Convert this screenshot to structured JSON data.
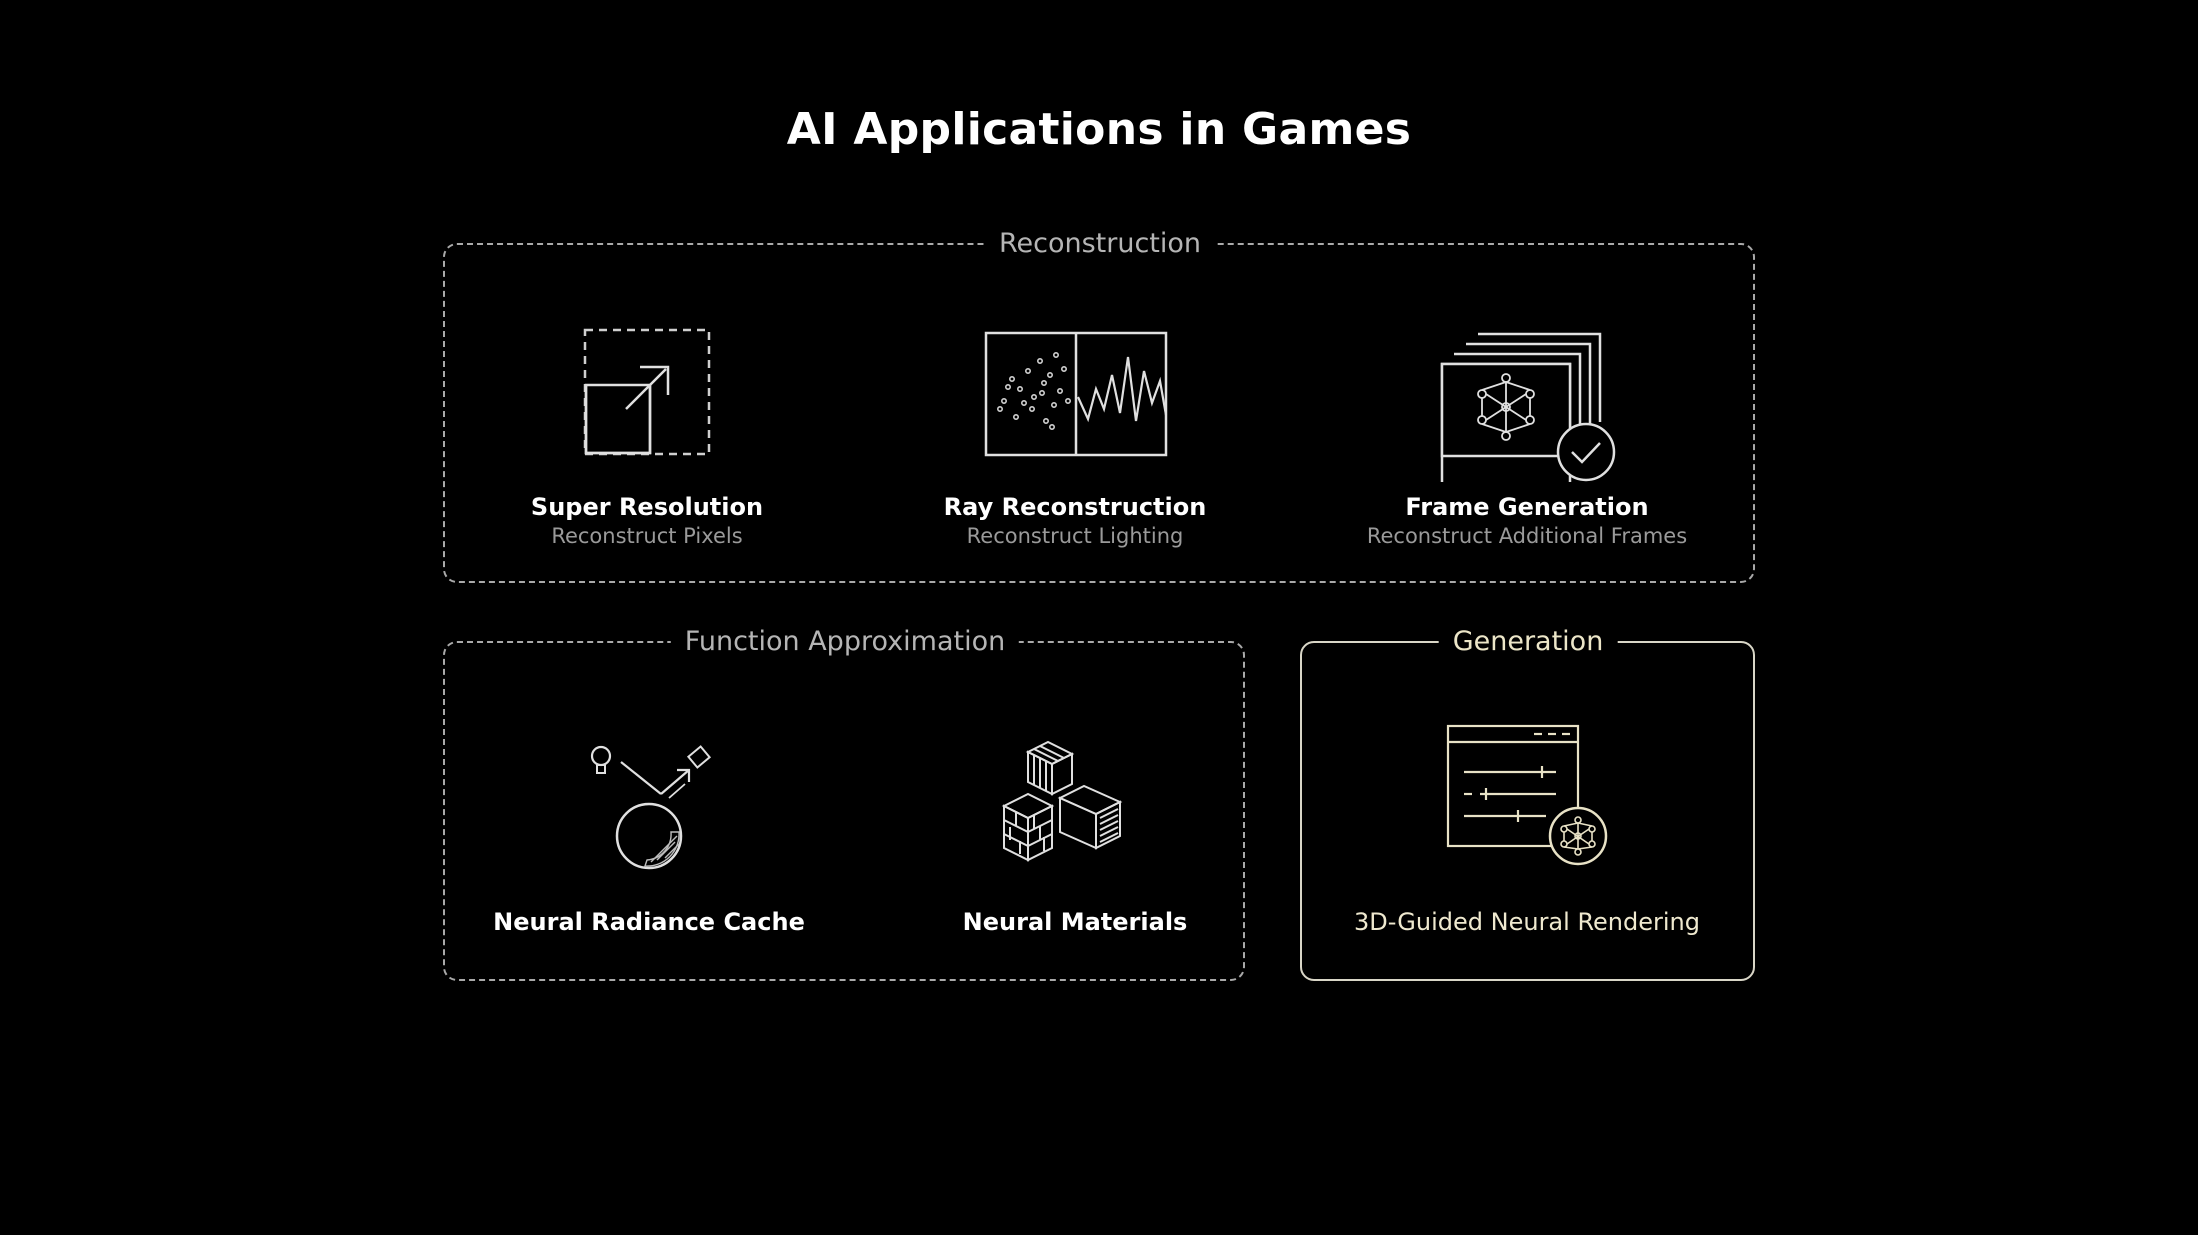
{
  "page_title": "AI Applications in Games",
  "groups": {
    "reconstruction": {
      "label": "Reconstruction",
      "items": [
        {
          "title": "Super Resolution",
          "subtitle": "Reconstruct Pixels",
          "icon": "upscale-arrow-icon"
        },
        {
          "title": "Ray Reconstruction",
          "subtitle": "Reconstruct Lighting",
          "icon": "noise-to-signal-icon"
        },
        {
          "title": "Frame Generation",
          "subtitle": "Reconstruct Additional Frames",
          "icon": "stacked-frames-check-icon"
        }
      ]
    },
    "function_approximation": {
      "label": "Function Approximation",
      "items": [
        {
          "title": "Neural Radiance Cache",
          "icon": "light-bounce-sphere-icon"
        },
        {
          "title": "Neural Materials",
          "icon": "material-cubes-icon"
        }
      ]
    },
    "generation": {
      "label": "Generation",
      "items": [
        {
          "title": "3D-Guided Neural Rendering",
          "icon": "settings-window-network-icon"
        }
      ]
    }
  },
  "colors": {
    "background": "#000000",
    "dashed_border": "#a9a9a9",
    "generation_accent": "#d9d6c7"
  }
}
